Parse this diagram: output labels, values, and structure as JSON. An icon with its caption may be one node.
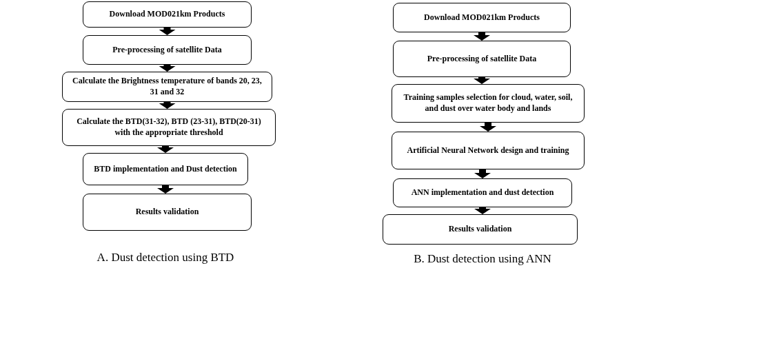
{
  "diagram": {
    "nodes": [
      {
        "text": [
          "Download MOD021km Products"
        ]
      },
      {
        "text": [
          "Pre-processing of satellite Data"
        ]
      },
      {
        "text": [
          "Calculate the Brightness temperature of bands 20, 23, 31 and 32"
        ]
      },
      {
        "text": [
          "Calculate the BTD(31-32), BTD (23-31), BTD(20-31) with the appropriate threshold"
        ]
      },
      {
        "text": [
          "BTD implementation and Dust detection"
        ]
      },
      {
        "text": [
          "Results validation"
        ]
      },
      {
        "text": [
          "Download MOD021km Products"
        ]
      },
      {
        "text": [
          "Pre-processing of satellite Data"
        ]
      },
      {
        "text": [
          "Training samples selection for cloud, water, soil, and dust over water body and lands"
        ]
      },
      {
        "text": [
          "Artificial Neural Network design and training"
        ]
      },
      {
        "text": [
          "ANN implementation and dust detection"
        ]
      },
      {
        "text": [
          "Results validation"
        ]
      }
    ],
    "edges": [
      {
        "from": 0,
        "to": 1,
        "arrow": "to"
      },
      {
        "from": 1,
        "to": 2,
        "arrow": "to"
      },
      {
        "from": 2,
        "to": 3,
        "arrow": "to"
      },
      {
        "from": 3,
        "to": 4,
        "arrow": "to"
      },
      {
        "from": 4,
        "to": 5,
        "arrow": "to"
      },
      {
        "from": 6,
        "to": 7,
        "arrow": "to"
      },
      {
        "from": 7,
        "to": 8,
        "arrow": "to"
      },
      {
        "from": 8,
        "to": 9,
        "arrow": "to"
      },
      {
        "from": 9,
        "to": 10,
        "arrow": "to"
      },
      {
        "from": 10,
        "to": 11,
        "arrow": "to"
      }
    ],
    "labels": [
      "A. Dust detection using BTD",
      "B. Dust detection using ANN"
    ]
  }
}
